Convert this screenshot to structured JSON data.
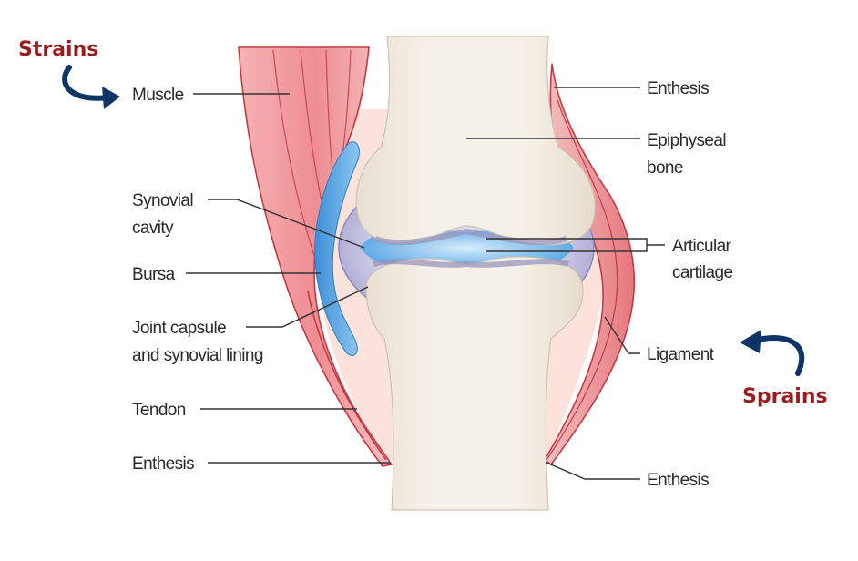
{
  "colors": {
    "callout_text": "#9b1c1f",
    "callout_arrow": "#0f3566",
    "bone": "#f2ebe0",
    "muscle": "#ef8f94",
    "cartilage_edge": "#9e9bc4",
    "synovial_fluid": "#5aa9e6"
  },
  "callouts": {
    "strains": "Strains",
    "sprains": "Sprains"
  },
  "labels": {
    "muscle": "Muscle",
    "synovial_cavity_line1": "Synovial",
    "synovial_cavity_line2": "cavity",
    "bursa": "Bursa",
    "joint_capsule_line1": "Joint capsule",
    "joint_capsule_line2": "and synovial lining",
    "tendon": "Tendon",
    "enthesis_bottom_left": "Enthesis",
    "enthesis_top_right": "Enthesis",
    "epiphyseal_line1": "Epiphyseal",
    "epiphyseal_line2": "bone",
    "articular_line1": "Articular",
    "articular_line2": "cartilage",
    "ligament": "Ligament",
    "enthesis_bottom_right": "Enthesis"
  }
}
